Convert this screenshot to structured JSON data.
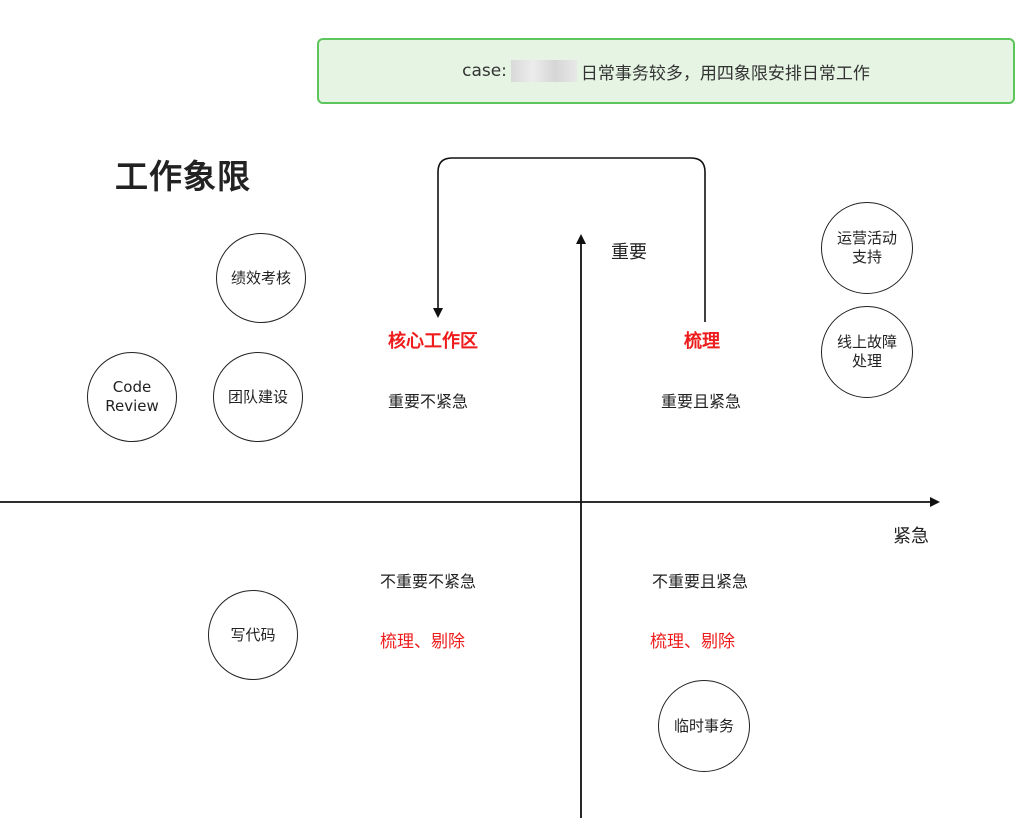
{
  "case_banner": {
    "prefix": "case: ",
    "text": "日常事务较多，用四象限安排日常工作"
  },
  "title": "工作象限",
  "axes": {
    "y_label": "重要",
    "x_label": "紧急"
  },
  "quadrants": {
    "top_left": {
      "title": "核心工作区",
      "label": "重要不紧急"
    },
    "top_right": {
      "title": "梳理",
      "label": "重要且紧急"
    },
    "bottom_left": {
      "label": "不重要不紧急",
      "action": "梳理、剔除"
    },
    "bottom_right": {
      "label": "不重要且紧急",
      "action": "梳理、剔除"
    }
  },
  "circles": {
    "performance": "绩效考核",
    "code_review_line1": "Code",
    "code_review_line2": "Review",
    "team_building": "团队建设",
    "ops_support_line1": "运营活动",
    "ops_support_line2": "支持",
    "incident_line1": "线上故障",
    "incident_line2": "处理",
    "write_code": "写代码",
    "temp_tasks": "临时事务"
  },
  "colors": {
    "accent_red": "#ee1c1c",
    "banner_border": "#5cc55c",
    "banner_bg": "#e6f5e3"
  }
}
